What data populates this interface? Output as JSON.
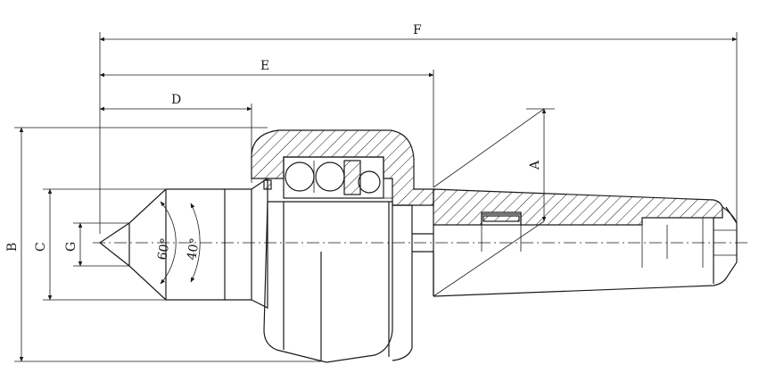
{
  "drawing": {
    "dimensions": {
      "a": "A",
      "b": "B",
      "c": "C",
      "d": "D",
      "e": "E",
      "f": "F",
      "g": "G"
    },
    "angles": {
      "inner": "60°",
      "outer": "40°"
    },
    "colors": {
      "ink": "#1a1a1a",
      "background": "#ffffff"
    }
  }
}
